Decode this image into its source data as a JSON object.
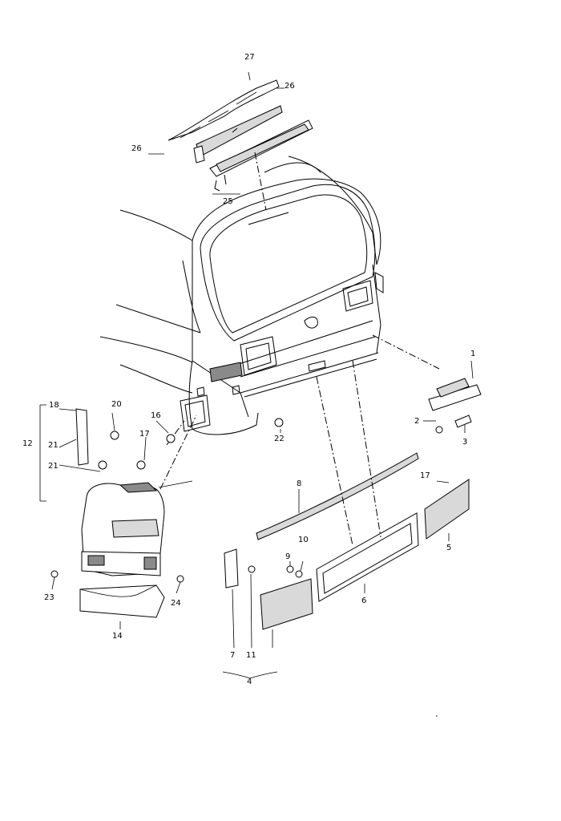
{
  "diagram": {
    "callouts": [
      {
        "id": "c1",
        "text": "1"
      },
      {
        "id": "c2",
        "text": "2"
      },
      {
        "id": "c3",
        "text": "3"
      },
      {
        "id": "c4",
        "text": "4"
      },
      {
        "id": "c5",
        "text": "5"
      },
      {
        "id": "c6",
        "text": "6"
      },
      {
        "id": "c7",
        "text": "7"
      },
      {
        "id": "c8",
        "text": "8"
      },
      {
        "id": "c9",
        "text": "9"
      },
      {
        "id": "c10",
        "text": "10"
      },
      {
        "id": "c11",
        "text": "11"
      },
      {
        "id": "c12",
        "text": "12"
      },
      {
        "id": "c14",
        "text": "14"
      },
      {
        "id": "c16",
        "text": "16"
      },
      {
        "id": "c17a",
        "text": "17"
      },
      {
        "id": "c17b",
        "text": "17"
      },
      {
        "id": "c18",
        "text": "18"
      },
      {
        "id": "c20",
        "text": "20"
      },
      {
        "id": "c21a",
        "text": "21"
      },
      {
        "id": "c21b",
        "text": "21"
      },
      {
        "id": "c22",
        "text": "22"
      },
      {
        "id": "c23",
        "text": "23"
      },
      {
        "id": "c24",
        "text": "24"
      },
      {
        "id": "c25",
        "text": "25"
      },
      {
        "id": "c26a",
        "text": "26"
      },
      {
        "id": "c26b",
        "text": "26"
      },
      {
        "id": "c27",
        "text": "27"
      }
    ]
  }
}
